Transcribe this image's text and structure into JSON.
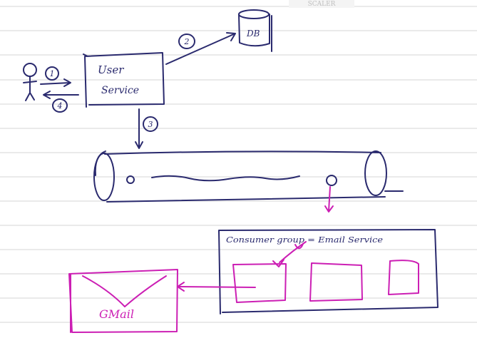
{
  "header": {
    "watermark": "SCALER"
  },
  "colors": {
    "background": "#ffffff",
    "ruled_line": "#e3e3e3",
    "ink": "#2a2a6e",
    "accent": "#cc1fb4",
    "watermark": "#bfbfbf"
  },
  "nodes": {
    "user_service": {
      "label_line1": "User",
      "label_line2": "Service"
    },
    "db": {
      "label": "DB"
    },
    "queue": {
      "label": ""
    },
    "consumer_group": {
      "label": "Consumer group = Email Service"
    },
    "gmail": {
      "label": "GMail"
    }
  },
  "edges": {
    "step1": {
      "label": "1"
    },
    "step2": {
      "label": "2"
    },
    "step3": {
      "label": "3"
    },
    "step4": {
      "label": "4"
    }
  }
}
